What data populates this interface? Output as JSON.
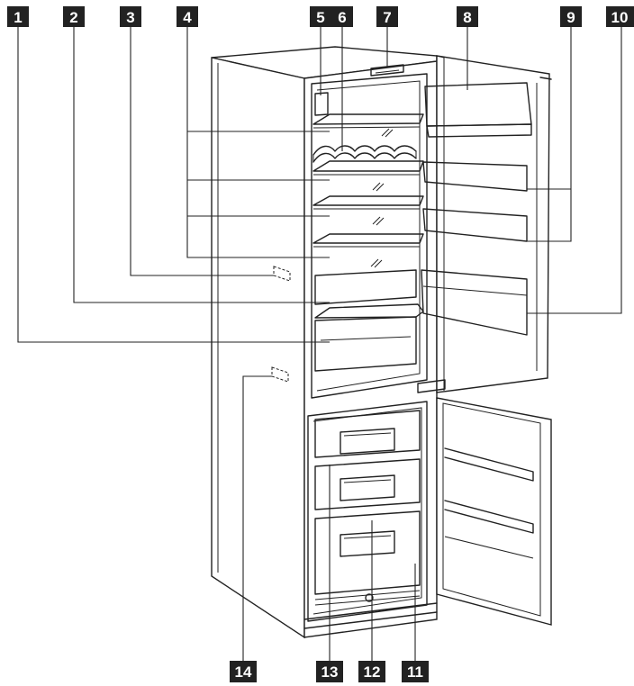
{
  "figure": {
    "labels": [
      "1",
      "2",
      "3",
      "4",
      "5",
      "6",
      "7",
      "8",
      "9",
      "10",
      "11",
      "12",
      "13",
      "14"
    ]
  },
  "colors": {
    "line": "#222222",
    "label_bg": "#222222",
    "label_text": "#ffffff",
    "background": "#ffffff"
  }
}
